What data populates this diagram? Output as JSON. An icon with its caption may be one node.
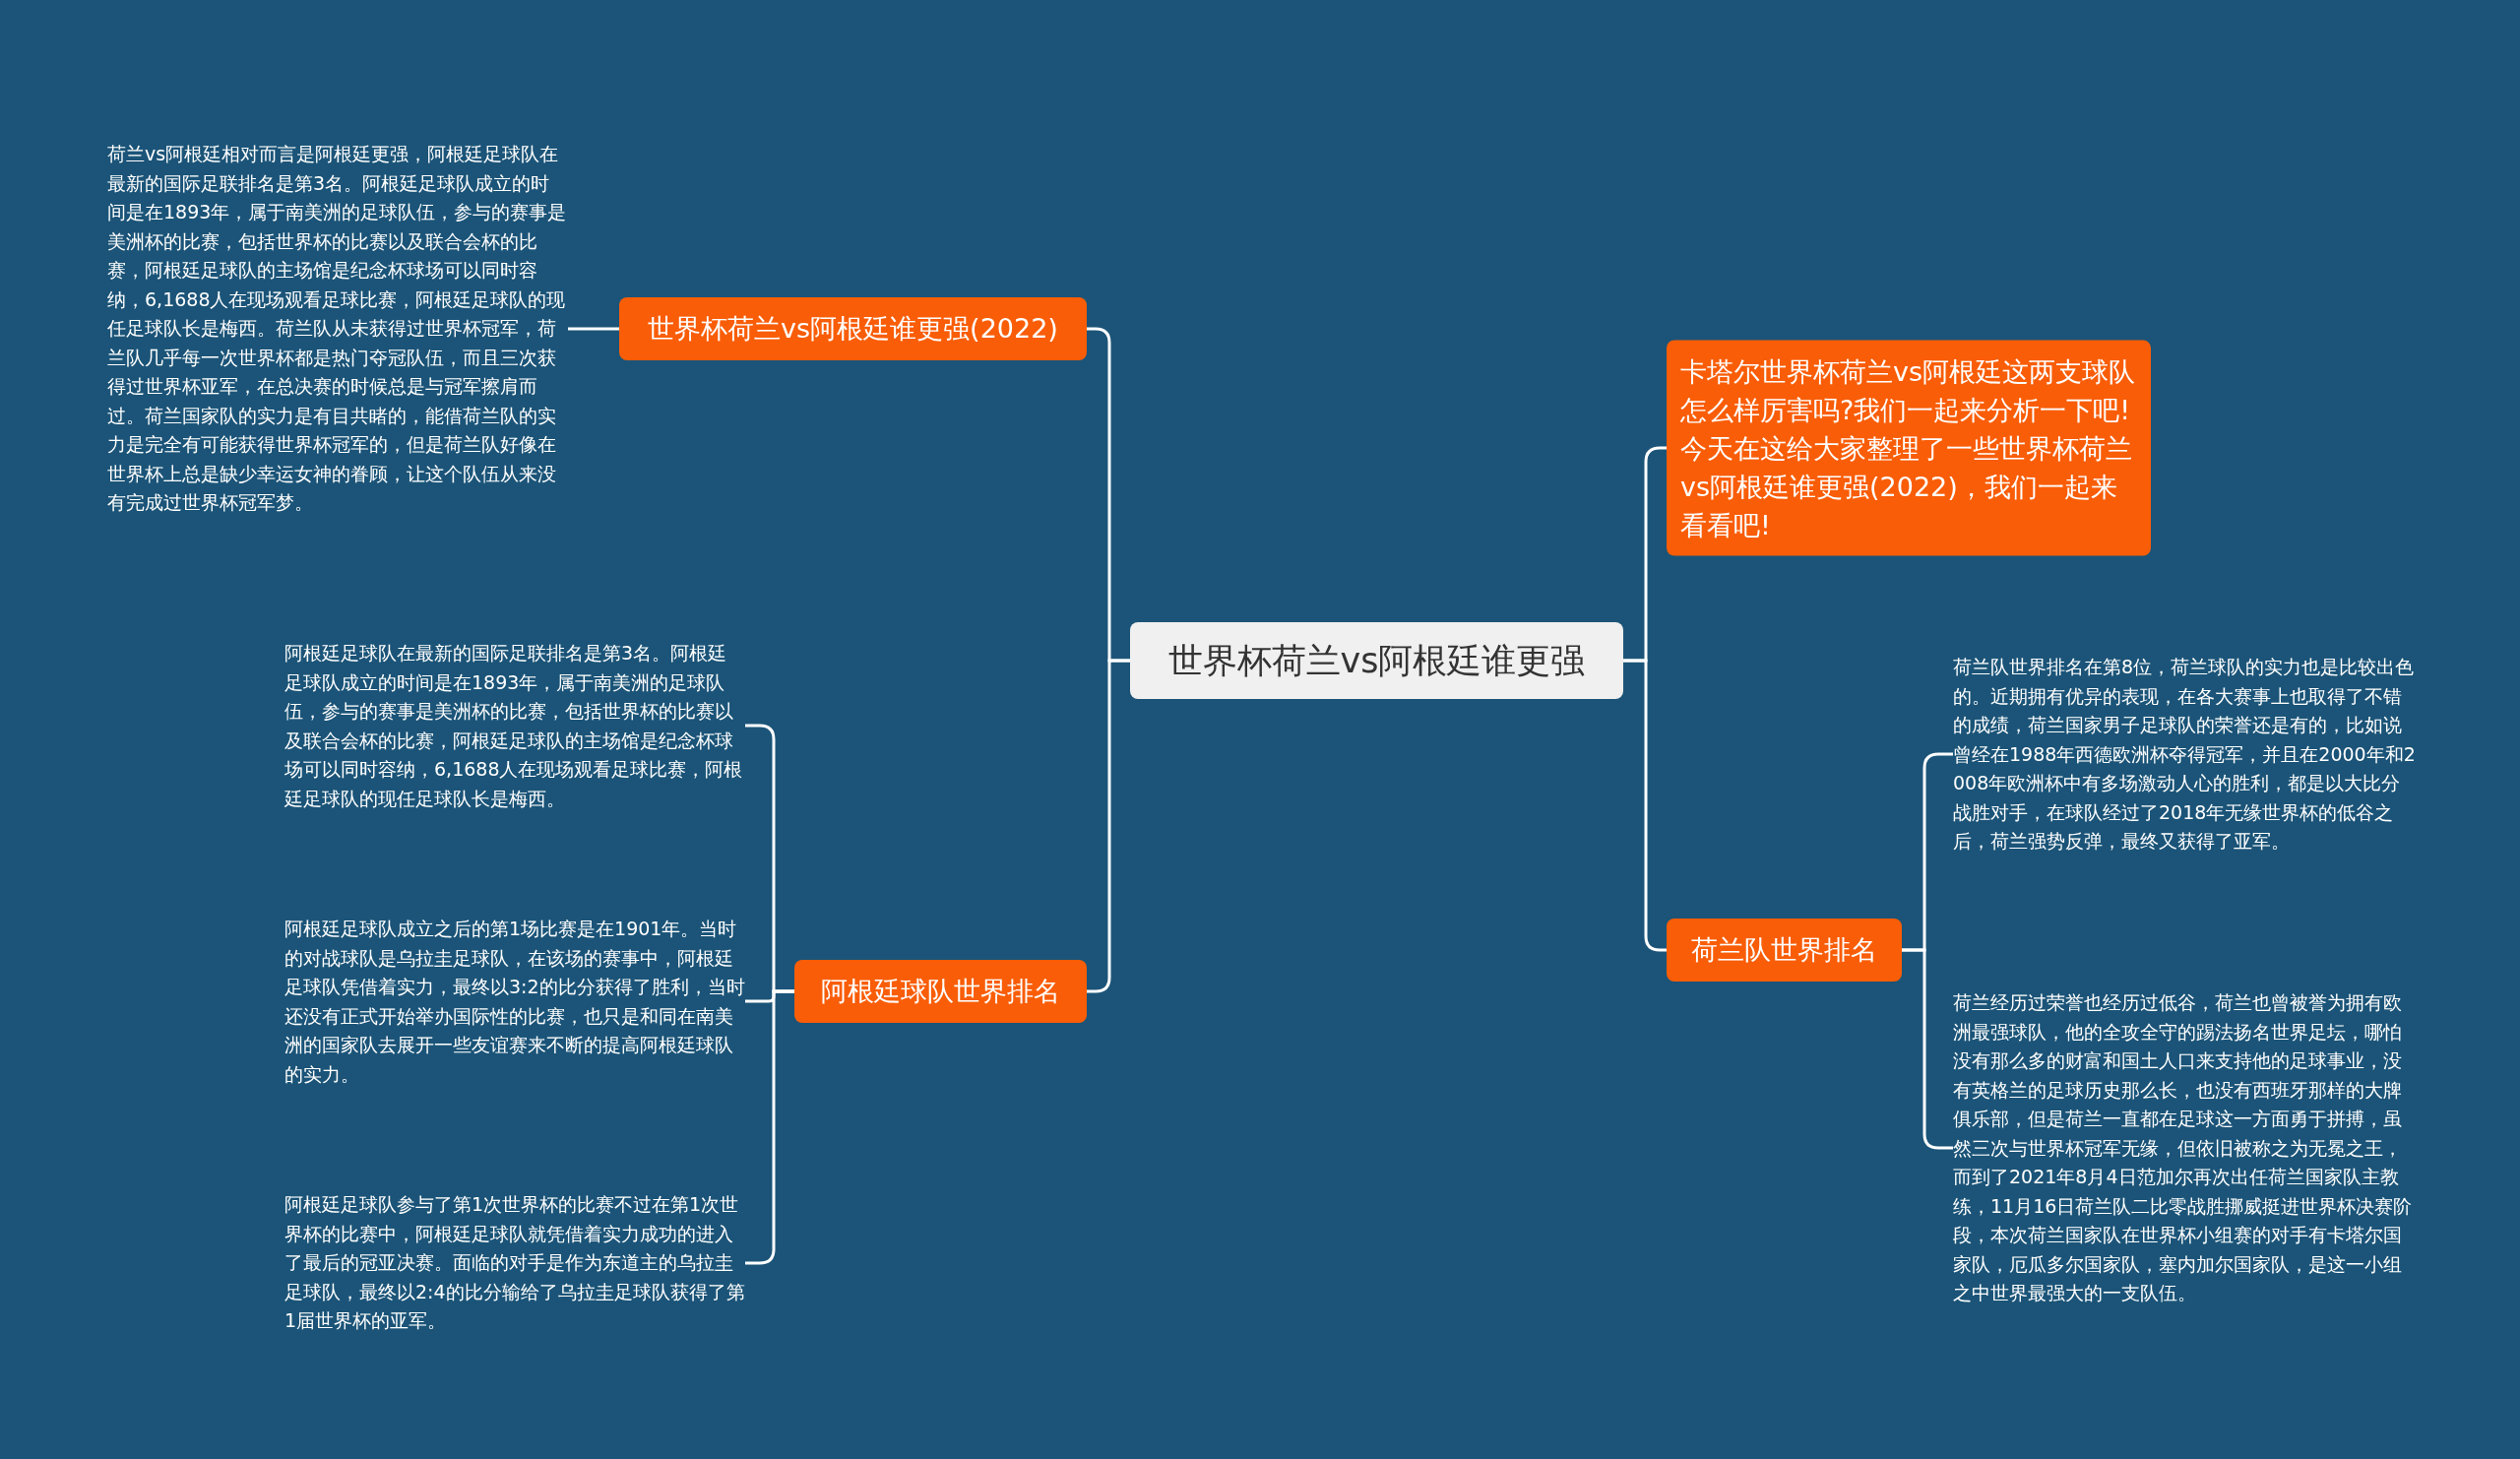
{
  "diagram": {
    "nodes": [
      {
        "text": [
          "世界杯荷兰vs阿根廷谁更强"
        ]
      },
      {
        "text": [
          "世界杯荷兰vs阿根廷谁更强(2022)"
        ]
      },
      {
        "text": [
          "荷兰vs阿根廷相对而言是阿根廷更强，阿根廷足球队在最新的国际足联排名是第3名。阿根廷足球队成立的时间是在1893年，属于南美洲的足球队伍，参与的赛事是美洲杯的比赛，包括世界杯的比赛以及联合会杯的比赛，阿根廷足球队的主场馆是纪念杯球场可以同时容纳，6,1688人在现场观看足球比赛，阿根廷足球队的现任足球队长是梅西。荷兰队从未获得过世界杯冠军，荷兰队几乎每一次世界杯都是热门夺冠队伍，而且三次获得过世界杯亚军，在总决赛的时候总是与冠军擦肩而过。荷兰国家队的实力是有目共睹的，能借荷兰队的实力是完全有可能获得世界杯冠军的，但是荷兰队好像在世界杯上总是缺少幸运女神的眷顾，让这个队伍从来没有完成过世界杯冠军梦。"
        ]
      },
      {
        "text": [
          "阿根廷球队世界排名"
        ]
      },
      {
        "text": [
          "阿根廷足球队在最新的国际足联排名是第3名。阿根廷足球队成立的时间是在1893年，属于南美洲的足球队伍，参与的赛事是美洲杯的比赛，包括世界杯的比赛以及联合会杯的比赛，阿根廷足球队的主场馆是纪念杯球场可以同时容纳，6,1688人在现场观看足球比赛，阿根廷足球队的现任足球队长是梅西。"
        ]
      },
      {
        "text": [
          "阿根廷足球队成立之后的第1场比赛是在1901年。当时的对战球队是乌拉圭足球队，在该场的赛事中，阿根廷足球队凭借着实力，最终以3:2的比分获得了胜利，当时还没有正式开始举办国际性的比赛，也只是和同在南美洲的国家队去展开一些友谊赛来不断的提高阿根廷球队的实力。"
        ]
      },
      {
        "text": [
          "阿根廷足球队参与了第1次世界杯的比赛不过在第1次世界杯的比赛中，阿根廷足球队就凭借着实力成功的进入了最后的冠亚决赛。面临的对手是作为东道主的乌拉圭足球队，最终以2:4的比分输给了乌拉圭足球队获得了第1届世界杯的亚军。"
        ]
      },
      {
        "text": [
          "卡塔尔世界杯荷兰vs阿根廷这两支球队怎么样厉害吗?我们一起来分析一下吧!今天在这给大家整理了一些世界杯荷兰vs阿根廷谁更强(2022)，我们一起来看看吧!"
        ]
      },
      {
        "text": [
          "荷兰队世界排名"
        ]
      },
      {
        "text": [
          "荷兰队世界排名在第8位，荷兰球队的实力也是比较出色的。近期拥有优异的表现，在各大赛事上也取得了不错的成绩，荷兰国家男子足球队的荣誉还是有的，比如说曾经在1988年西德欧洲杯夺得冠军，并且在2000年和2008年欧洲杯中有多场激动人心的胜利，都是以大比分战胜对手，在球队经过了2018年无缘世界杯的低谷之后，荷兰强势反弹，最终又获得了亚军。"
        ]
      },
      {
        "text": [
          "荷兰经历过荣誉也经历过低谷，荷兰也曾被誉为拥有欧洲最强球队，他的全攻全守的踢法扬名世界足坛，哪怕没有那么多的财富和国土人口来支持他的足球事业，没有英格兰的足球历史那么长，也没有西班牙那样的大牌俱乐部，但是荷兰一直都在足球这一方面勇于拼搏，虽然三次与世界杯冠军无缘，但依旧被称之为无冕之王，而到了2021年8月4日范加尔再次出任荷兰国家队主教练，11月16日荷兰队二比零战胜挪威挺进世界杯决赛阶段，本次荷兰国家队在世界杯小组赛的对手有卡塔尔国家队，厄瓜多尔国家队，塞内加尔国家队，是这一小组之中世界最强大的一支队伍。"
        ]
      }
    ],
    "edges": [
      {
        "from": 0,
        "to": 1,
        "arrow": "none"
      },
      {
        "from": 0,
        "to": 3,
        "arrow": "none"
      },
      {
        "from": 0,
        "to": 7,
        "arrow": "none"
      },
      {
        "from": 0,
        "to": 8,
        "arrow": "none"
      },
      {
        "from": 1,
        "to": 2,
        "arrow": "none"
      },
      {
        "from": 3,
        "to": 4,
        "arrow": "none"
      },
      {
        "from": 3,
        "to": 5,
        "arrow": "none"
      },
      {
        "from": 3,
        "to": 6,
        "arrow": "none"
      },
      {
        "from": 8,
        "to": 9,
        "arrow": "none"
      },
      {
        "from": 8,
        "to": 10,
        "arrow": "none"
      }
    ]
  }
}
